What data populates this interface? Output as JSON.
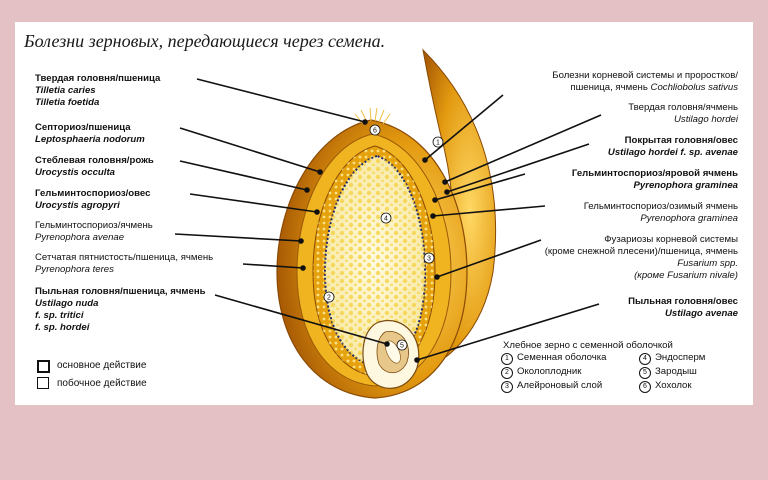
{
  "title": "Болезни  зерновых,  передающиеся через семена.",
  "left_labels": [
    {
      "t": "Твердая головня/пшеница",
      "tb": true,
      "s": [
        "Tilletia caries",
        "Tilletia foetida"
      ],
      "sb": true
    },
    {
      "t": "Септориоз/пшеница",
      "tb": true,
      "s": [
        "Leptosphaeria nodorum"
      ],
      "sb": true
    },
    {
      "t": "Стеблевая головня/рожь",
      "tb": true,
      "s": [
        "Urocystis occulta"
      ],
      "sb": true
    },
    {
      "t": "Гельминтоспориоз/овес",
      "tb": true,
      "s": [
        "Urocystis agropyri"
      ],
      "sb": true
    },
    {
      "t": "Гельминтоспориоз/ячмень",
      "tb": false,
      "s": [
        "Pyrenophora avenae"
      ],
      "sb": false
    },
    {
      "t": "Сетчатая пятнистость/пшеница, ячмень",
      "tb": false,
      "s": [
        "Pyrenophora teres"
      ],
      "sb": false
    },
    {
      "t": "Пыльная головня/пшеница, ячмень",
      "tb": true,
      "s": [
        "Ustilago nuda",
        "f. sp. tritici",
        "f. sp. hordei"
      ],
      "sb": true
    }
  ],
  "right_labels": [
    {
      "t": "Болезни корневой системы и проростков/",
      "t2": "пшеница, ячмень",
      "tb": false,
      "s": [
        "Cochliobolus sativus"
      ],
      "sb": false
    },
    {
      "t": "Твердая головня/ячмень",
      "tb": false,
      "s": [
        "Ustilago hordei"
      ],
      "sb": false
    },
    {
      "t": "Покрытая головня/овес",
      "tb": true,
      "s": [
        "Ustilago hordei f. sp. avenae"
      ],
      "sb": true
    },
    {
      "t": "Гельминтоспориоз/яровой ячмень",
      "tb": true,
      "s": [
        "Pyrenophora graminea"
      ],
      "sb": true
    },
    {
      "t": "Гельминтоспориоз/озимый ячмень",
      "tb": false,
      "s": [
        "Pyrenophora graminea"
      ],
      "sb": false
    },
    {
      "t": "Фузариозы корневой системы",
      "t2": "(кроме снежной плесени)/пшеница, ячмень",
      "tb": false,
      "s": [
        "Fusarium spp.",
        "(кроме Fusarium nivale)"
      ],
      "sb": false
    },
    {
      "t": "Пыльная головня/овес",
      "tb": true,
      "s": [
        "Ustilago avenae"
      ],
      "sb": true
    }
  ],
  "legend": {
    "primary": "основное действие",
    "secondary": "побочное действие"
  },
  "key": {
    "title": "Хлебное зерно с семенной оболочкой",
    "items": [
      {
        "n": "1",
        "label": "Семенная оболочка"
      },
      {
        "n": "2",
        "label": "Околоплодник"
      },
      {
        "n": "3",
        "label": "Алейроновый слой"
      },
      {
        "n": "4",
        "label": "Эндосперм"
      },
      {
        "n": "5",
        "label": "Зародыш"
      },
      {
        "n": "6",
        "label": "Хохолок"
      }
    ]
  },
  "colors": {
    "background": "#e4c1c4",
    "husk_outer": "#d98a10",
    "husk_inner": "#f2c230",
    "aleurone": "#e6a20c",
    "endosperm": "#fff6c8",
    "dots": "#f4d44a"
  }
}
